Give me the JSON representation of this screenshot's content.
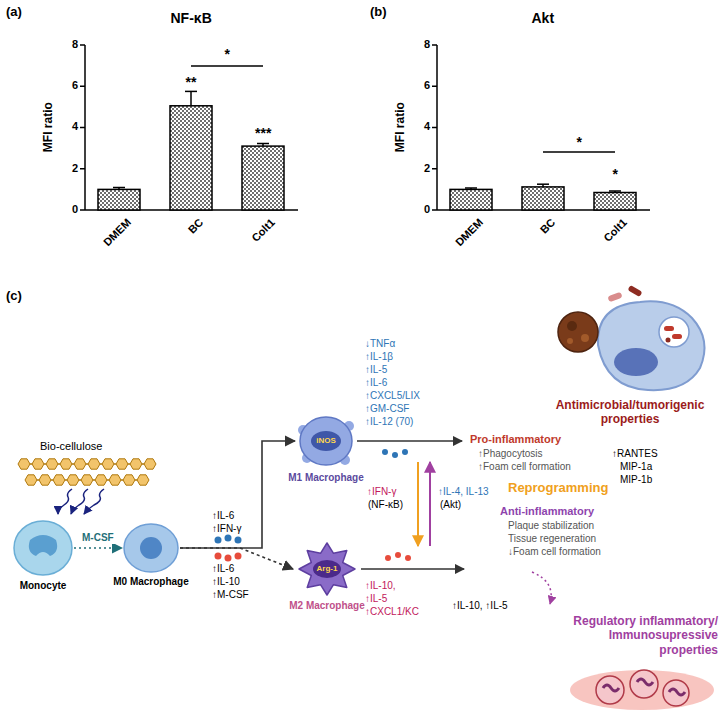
{
  "diagram": {
    "nodes": [
      {
        "text": [
          "Monocyte"
        ]
      },
      {
        "text": [
          "M0 Macrophage"
        ]
      },
      {
        "text": [
          "iNOS",
          "M1 Macrophage"
        ]
      },
      {
        "text": [
          "Arg-1",
          "M2 Macrophage"
        ]
      }
    ],
    "edges": [
      {
        "from": 0,
        "to": 1,
        "arrow": "to",
        "label": "M-CSF"
      },
      {
        "from": 1,
        "to": 2,
        "arrow": "to"
      },
      {
        "from": 1,
        "to": 3,
        "arrow": "to"
      }
    ],
    "labels": [
      "(a)",
      "NF-κB",
      "MFI ratio",
      "8",
      "6",
      "4",
      "2",
      "0",
      "DMEM",
      "BC",
      "Colt1",
      "**",
      "***",
      "*",
      "(b)",
      "Akt",
      "MFI ratio",
      "8",
      "6",
      "4",
      "2",
      "0",
      "DMEM",
      "BC",
      "Colt1",
      "*",
      "*",
      "(c)",
      "Bio-cellulose",
      "↑IL-6",
      "↑IFN-γ",
      "↑IL-6",
      "↑IL-10",
      "↑M-CSF",
      "↓TNFα",
      "↑IL-1β",
      "↑IL-5",
      "↑IL-6",
      "↑CXCL5/LIX",
      "↑GM-CSF",
      "↑IL-12 (70)",
      "Antimicrobial/tumorigenic properties",
      "Pro-inflammatory",
      "↑Phagocytosis",
      "↑Foam cell formation",
      "↑RANTES",
      "MIP-1a",
      "MIP-1b",
      "↑IFN-γ",
      "(NF-κB)",
      "↑IL-4, IL-13",
      "(Akt)",
      "Reprogramming",
      "Anti-inflammatory",
      "Plaque stabilization",
      "Tissue regeneration",
      "↓Foam cell formation",
      "↑IL-10,",
      "↑IL-5",
      "↑CXCL1/KC",
      "↑IL-10, ↑IL-5",
      "Regulatory inflammatory/ Immunosupressive properties"
    ]
  }
}
